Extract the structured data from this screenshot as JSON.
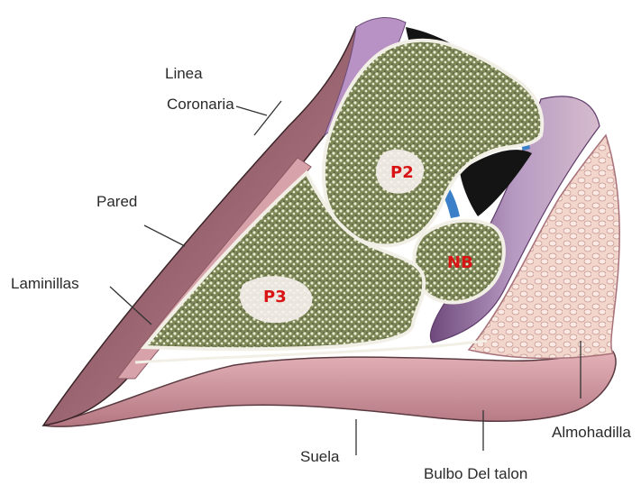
{
  "labels": {
    "linea": "Linea",
    "coronaria": "Coronaria",
    "pared": "Pared",
    "laminillas": "Laminillas",
    "suela": "Suela",
    "bulbo": "Bulbo Del talon",
    "almohadilla": "Almohadilla"
  },
  "bones": {
    "p2": "P2",
    "p3": "P3",
    "navicular": "NB"
  },
  "colors": {
    "bone_spongy": "#7f8a5a",
    "bone_outline": "#f2f0e6",
    "hoof_wall": "#7a4a55",
    "sole_pink": "#cf8f97",
    "tendon_purple": "#8e6a9a",
    "bone_tag_red": "#d81414",
    "marrow_white": "#f7f2ee",
    "digital_cushion": "#f0cfc6"
  }
}
